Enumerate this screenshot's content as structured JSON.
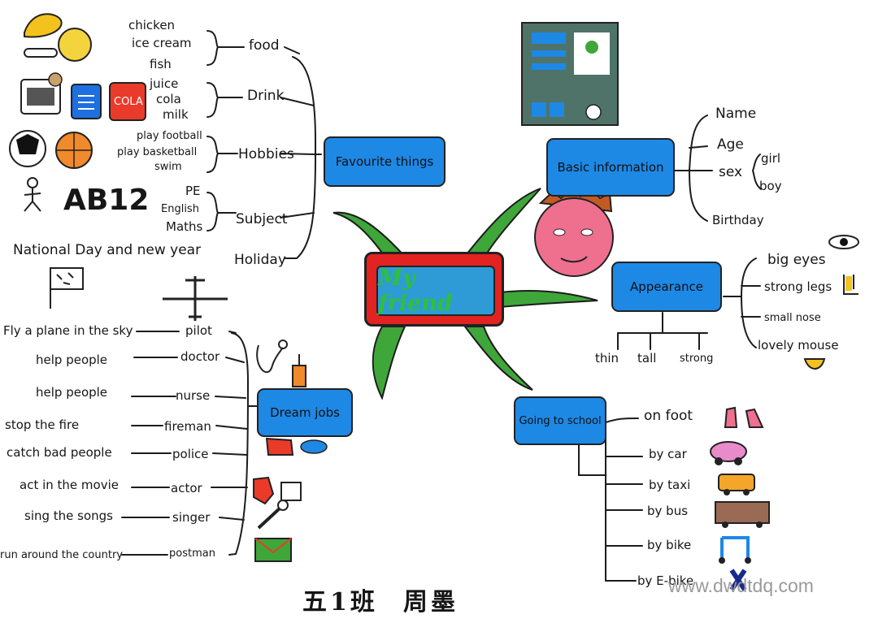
{
  "center": "My friend",
  "favourite": {
    "label": "Favourite things",
    "food": {
      "label": "food",
      "items": [
        "chicken",
        "ice cream",
        "fish"
      ]
    },
    "drink": {
      "label": "Drink",
      "items": [
        "juice",
        "cola",
        "milk"
      ]
    },
    "hobbies": {
      "label": "Hobbies",
      "items": [
        "play football",
        "play basketball",
        "swim"
      ]
    },
    "subject": {
      "label": "Subject",
      "items": [
        "PE",
        "English",
        "Maths"
      ]
    },
    "holiday": {
      "label": "Holiday",
      "items": [
        "National Day and new year"
      ]
    }
  },
  "cola_can": "COLA",
  "ab12": "AB12",
  "basic": {
    "label": "Basic information",
    "items": [
      "Name",
      "Age",
      "sex",
      "Birthday"
    ],
    "sex_options": [
      "girl",
      "boy"
    ]
  },
  "appearance": {
    "label": "Appearance",
    "items": [
      "big eyes",
      "strong legs",
      "small nose",
      "lovely mouse"
    ],
    "below": [
      "thin",
      "tall",
      "strong"
    ]
  },
  "jobs": {
    "label": "Dream jobs",
    "rows": [
      {
        "desc": "Fly a plane in the sky",
        "job": "pilot"
      },
      {
        "desc": "help people",
        "job": "doctor"
      },
      {
        "desc": "help people",
        "job": "nurse"
      },
      {
        "desc": "stop the fire",
        "job": "fireman"
      },
      {
        "desc": "catch bad people",
        "job": "police"
      },
      {
        "desc": "act in the movie",
        "job": "actor"
      },
      {
        "desc": "sing the songs",
        "job": "singer"
      },
      {
        "desc": "run around the country",
        "job": "postman"
      }
    ]
  },
  "school": {
    "label": "Going to school",
    "items": [
      "on foot",
      "by car",
      "by taxi",
      "by bus",
      "by bike",
      "by E-bike"
    ]
  },
  "footer": {
    "class": "五1班",
    "name": "周墨"
  },
  "watermark": "www.dwdtdq.com",
  "colors": {
    "box": "#1e88e5",
    "center": "#e32222",
    "arms": "#3fa63a",
    "face": "#ef6f8f"
  }
}
